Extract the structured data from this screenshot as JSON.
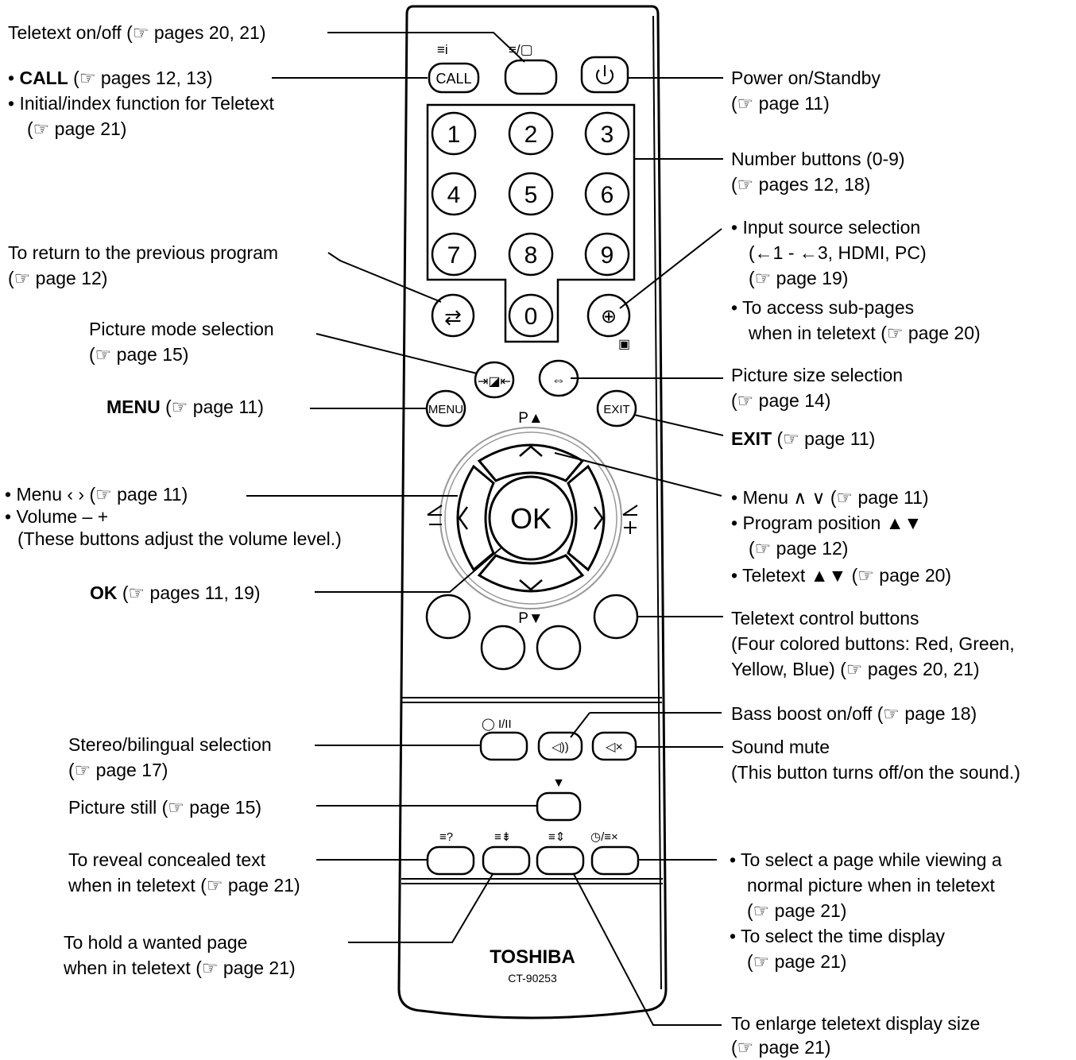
{
  "ref_icon": "hand-pointer-reference-icon",
  "labels": {
    "teletext_onoff": "Teletext on/off (☞ pages 20, 21)",
    "call_bold": "CALL",
    "call_rest": " (☞ pages 12, 13)",
    "call_index_1": "Initial/index function for Teletext",
    "call_index_2": "(☞ page 21)",
    "prev_program_1": "To return to the previous program",
    "prev_program_2": "(☞ page 12)",
    "picture_mode_1": "Picture mode selection",
    "picture_mode_2": "(☞ page 15)",
    "menu_bold": "MENU",
    "menu_rest": " (☞ page 11)",
    "menu_lr": "Menu ‹ › (☞ page 11)",
    "volume": "Volume – +",
    "volume_note": "(These buttons adjust the volume level.)",
    "ok_bold": "OK",
    "ok_rest": " (☞ pages 11, 19)",
    "stereo_1": "Stereo/bilingual selection",
    "stereo_2": "(☞ page 17)",
    "picture_still": "Picture still (☞ page 15)",
    "reveal_1": "To reveal concealed text",
    "reveal_2": "when in teletext (☞ page 21)",
    "hold_1": "To hold a wanted page",
    "hold_2": "when in teletext (☞ page 21)",
    "power_1": "Power on/Standby",
    "power_2": "(☞ page 11)",
    "number_1": "Number buttons (0-9)",
    "number_2": "(☞ pages 12, 18)",
    "input_1": "Input source selection",
    "input_2": "(←1 - ←3, HDMI, PC)",
    "input_3": "(☞ page 19)",
    "subpages_1": "To access sub-pages",
    "subpages_2": "when in teletext (☞ page 20)",
    "picsize_1": "Picture size selection",
    "picsize_2": "(☞ page 14)",
    "exit_bold": "EXIT",
    "exit_rest": " (☞ page 11)",
    "menu_ud": "Menu ∧ ∨ (☞ page 11)",
    "program_pos_1": "Program position ▲▼",
    "program_pos_2": "(☞ page 12)",
    "teletext_ud": "Teletext ▲▼ (☞ page 20)",
    "tt_control_1": "Teletext control buttons",
    "tt_control_2": "(Four colored buttons: Red, Green,",
    "tt_control_3": "Yellow, Blue) (☞ pages 20, 21)",
    "bass": "Bass boost on/off (☞ page 18)",
    "mute_1": "Sound mute",
    "mute_2": "(This button turns off/on the sound.)",
    "select_page_1": "To select a page while viewing a",
    "select_page_2": "normal picture when in teletext",
    "select_page_3": "(☞ page 21)",
    "time_1": "To select the time display",
    "time_2": "(☞ page 21)",
    "enlarge_1": "To enlarge teletext display size",
    "enlarge_2": "(☞ page 21)",
    "bullet": "•"
  },
  "remote": {
    "brand": "TOSHIBA",
    "model": "CT-90253",
    "call_label": "CALL",
    "menu_label": "MENU",
    "exit_label": "EXIT",
    "ok_label": "OK",
    "p_up": "P▲",
    "p_down": "P▼",
    "stereo_mark": "◯ I/II",
    "digits": [
      "1",
      "2",
      "3",
      "4",
      "5",
      "6",
      "7",
      "8",
      "9",
      "0"
    ]
  }
}
